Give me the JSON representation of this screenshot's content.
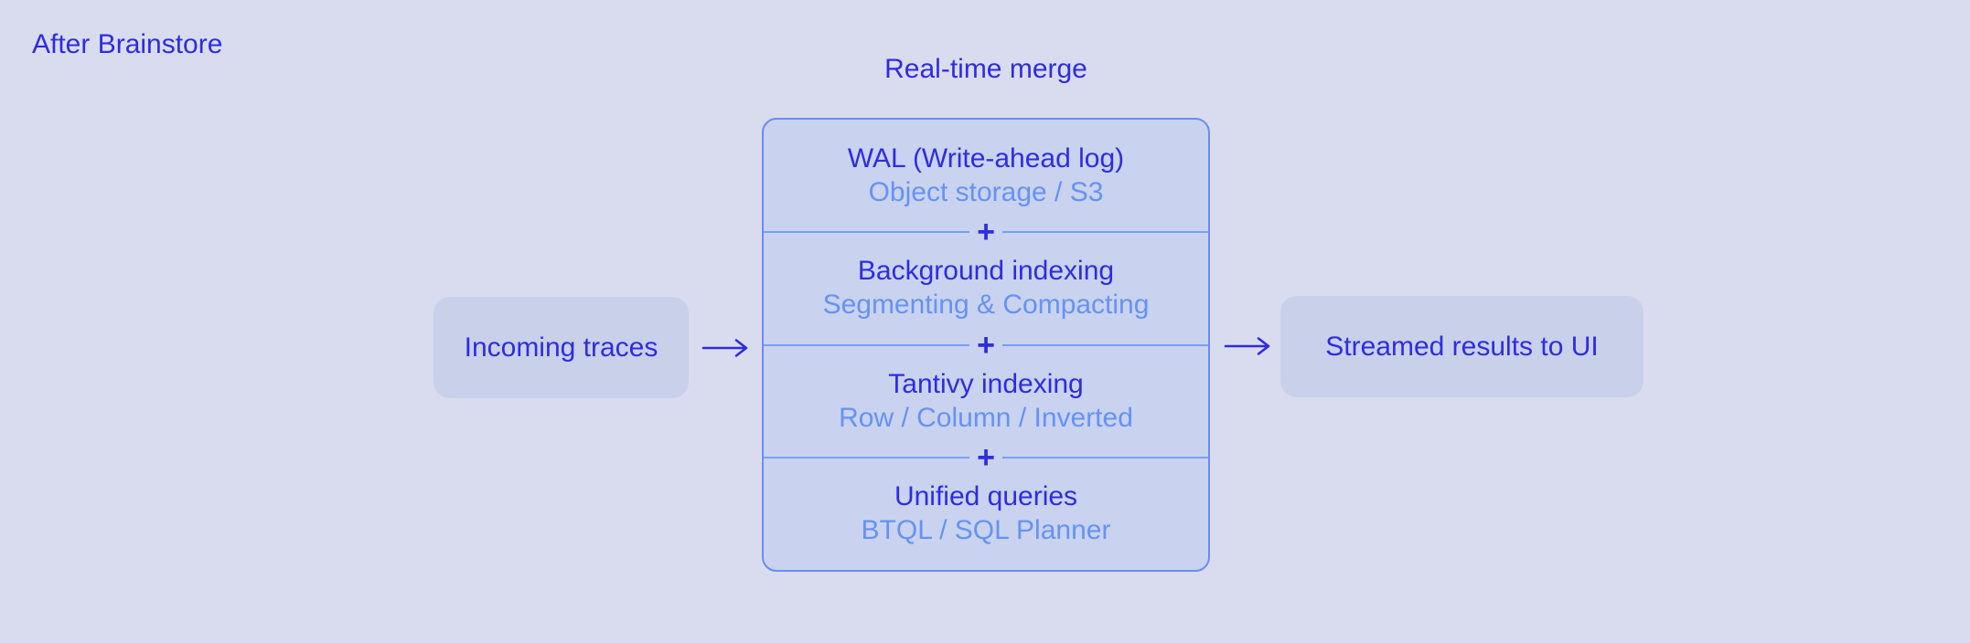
{
  "page": {
    "label": "After Brainstore"
  },
  "diagram": {
    "title": "Real-time merge",
    "input_node": "Incoming traces",
    "output_node": "Streamed results to UI",
    "separator": "+",
    "sections": [
      {
        "title": "WAL (Write-ahead log)",
        "subtitle": "Object storage / S3"
      },
      {
        "title": "Background indexing",
        "subtitle": "Segmenting & Compacting"
      },
      {
        "title": "Tantivy indexing",
        "subtitle": "Row / Column / Inverted"
      },
      {
        "title": "Unified queries",
        "subtitle": "BTQL / SQL Planner"
      }
    ],
    "colors": {
      "background": "#d9dcee",
      "node_fill": "#c8d0ea",
      "panel_fill": "#c9d2ee",
      "panel_border": "#6a8cf2",
      "divider_line": "#76a0f7",
      "title_text": "#2f2cdf",
      "subtitle_text": "#6593f4"
    }
  }
}
